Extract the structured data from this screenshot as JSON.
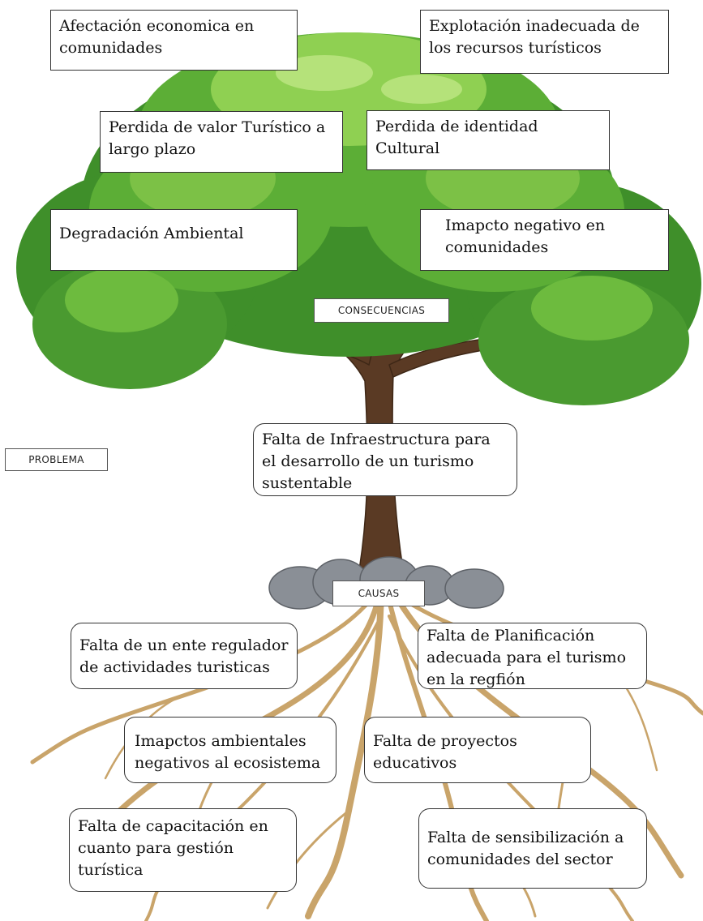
{
  "labels": {
    "consecuencias": "CONSECUENCIAS",
    "problema": "PROBLEMA",
    "causas": "CAUSAS"
  },
  "consequences": [
    "Afectación economica en comunidades",
    "Explotación inadecuada de los recursos turísticos",
    "Perdida de valor Turístico a largo plazo",
    "Perdida de identidad Cultural",
    "Degradación Ambiental",
    "Imapcto negativo en comunidades"
  ],
  "problem": "Falta de Infraestructura para el desarrollo de un turismo sustentable",
  "causes": [
    "Falta de un ente regulador de actividades turisticas",
    "Falta de Planificación adecuada para el turismo en la regfión",
    "Imapctos ambientales negativos al ecosistema",
    "Falta de proyectos educativos",
    "Falta de capacitación en cuanto para gestión turística",
    "Falta de sensibilización a comunidades del sector"
  ],
  "colors": {
    "foliage_dark": "#3f8f2a",
    "foliage_mid": "#5cae36",
    "foliage_light": "#8fd052",
    "trunk": "#5a3a24",
    "roots": "#c9a46a",
    "rocks": "#8a8f96"
  }
}
